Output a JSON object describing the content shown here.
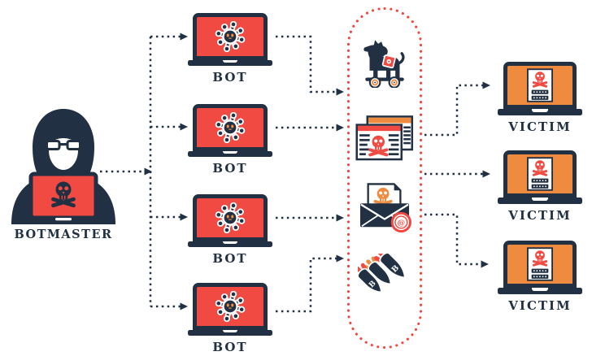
{
  "palette": {
    "navy": "#223043",
    "red": "#f04a43",
    "orange": "#ef8b3e",
    "capsule_dot_red": "#f2453d",
    "white": "#ffffff"
  },
  "botmaster": {
    "label": "BOTMASTER",
    "icon": "hooded-hacker-skull-laptop"
  },
  "bots": [
    {
      "label": "BOT",
      "screen_icon": "malware-virus"
    },
    {
      "label": "BOT",
      "screen_icon": "malware-virus"
    },
    {
      "label": "BOT",
      "screen_icon": "malware-virus"
    },
    {
      "label": "BOT",
      "screen_icon": "malware-virus"
    }
  ],
  "capsule": {
    "style": "red-dotted-capsule",
    "icons": [
      {
        "name": "trojan-horse-icon"
      },
      {
        "name": "malicious-websites-icon"
      },
      {
        "name": "spam-email-icon",
        "at_symbol": "@"
      },
      {
        "name": "bomb-attack-icon",
        "bomb_letter": "B"
      }
    ]
  },
  "victims": [
    {
      "label": "VICTIM",
      "screen_icon": "ransom-skull-password"
    },
    {
      "label": "VICTIM",
      "screen_icon": "ransom-skull-password"
    },
    {
      "label": "VICTIM",
      "screen_icon": "ransom-skull-password"
    }
  ]
}
